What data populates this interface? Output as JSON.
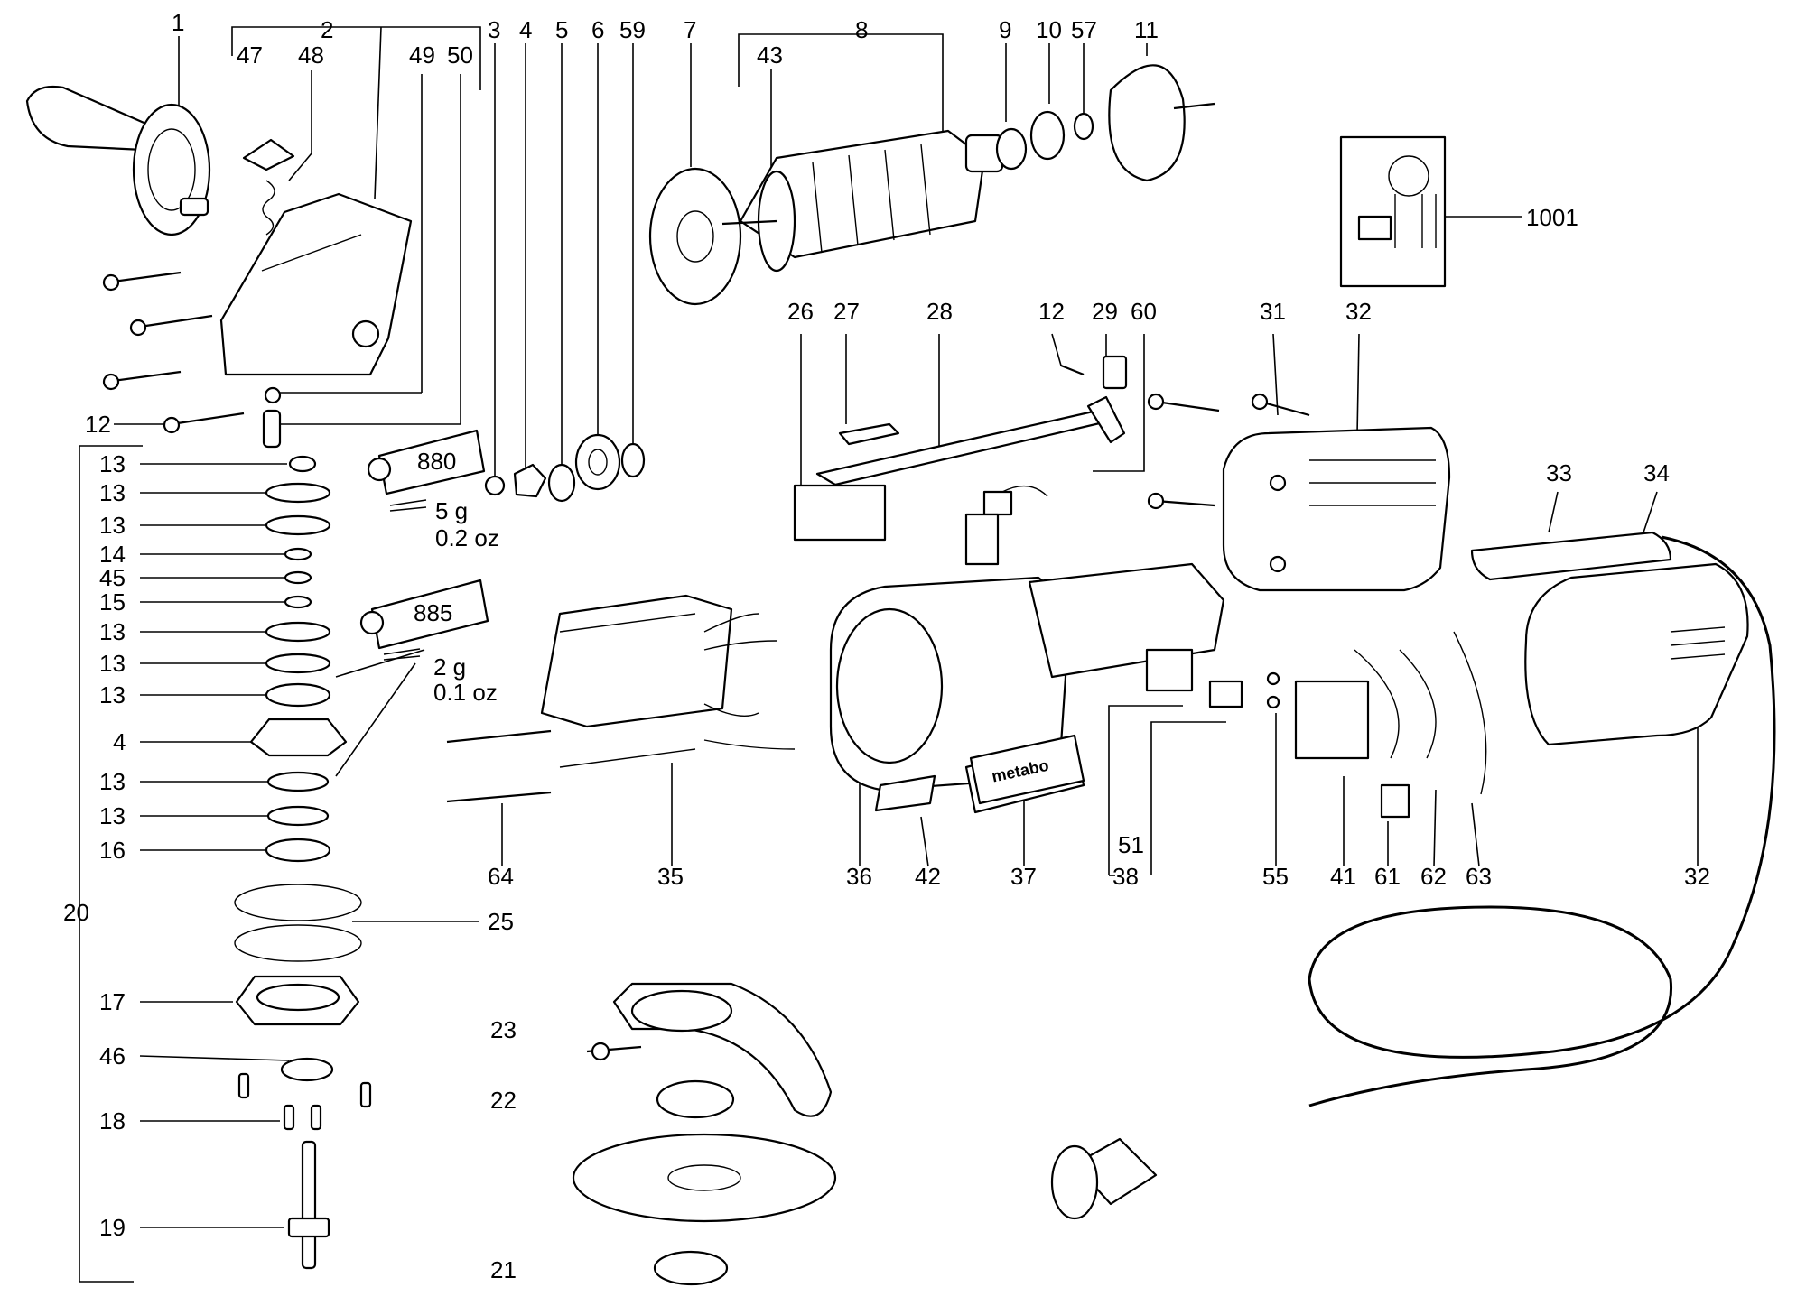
{
  "labels": {
    "l1": "1",
    "l2": "2",
    "l47": "47",
    "l48": "48",
    "l49": "49",
    "l50": "50",
    "l3": "3",
    "l4a": "4",
    "l5": "5",
    "l6": "6",
    "l59": "59",
    "l7": "7",
    "l8": "8",
    "l43": "43",
    "l9": "9",
    "l10": "10",
    "l57": "57",
    "l11": "11",
    "l1001": "1001",
    "l12a": "12",
    "l20": "20",
    "l13a": "13",
    "l13b": "13",
    "l13c": "13",
    "l14": "14",
    "l45": "45",
    "l15": "15",
    "l13d": "13",
    "l13e": "13",
    "l13f": "13",
    "l4b": "4",
    "l13g": "13",
    "l13h": "13",
    "l16": "16",
    "l25": "25",
    "l17": "17",
    "l46": "46",
    "l18": "18",
    "l19": "19",
    "l23": "23",
    "l22": "22",
    "l21": "21",
    "l26": "26",
    "l27": "27",
    "l28": "28",
    "l12b": "12",
    "l29": "29",
    "l60": "60",
    "l31": "31",
    "l32a": "32",
    "l33": "33",
    "l34": "34",
    "l64": "64",
    "l35": "35",
    "l36": "36",
    "l42": "42",
    "l37": "37",
    "l38": "38",
    "l51": "51",
    "l55": "55",
    "l41": "41",
    "l61": "61",
    "l62": "62",
    "l63": "63",
    "l32b": "32"
  },
  "grease": [
    {
      "code": "880",
      "amount_g": "5 g",
      "amount_oz": "0.2 oz"
    },
    {
      "code": "885",
      "amount_g": "2 g",
      "amount_oz": "0.1 oz"
    }
  ],
  "brand_logo": "metabo"
}
